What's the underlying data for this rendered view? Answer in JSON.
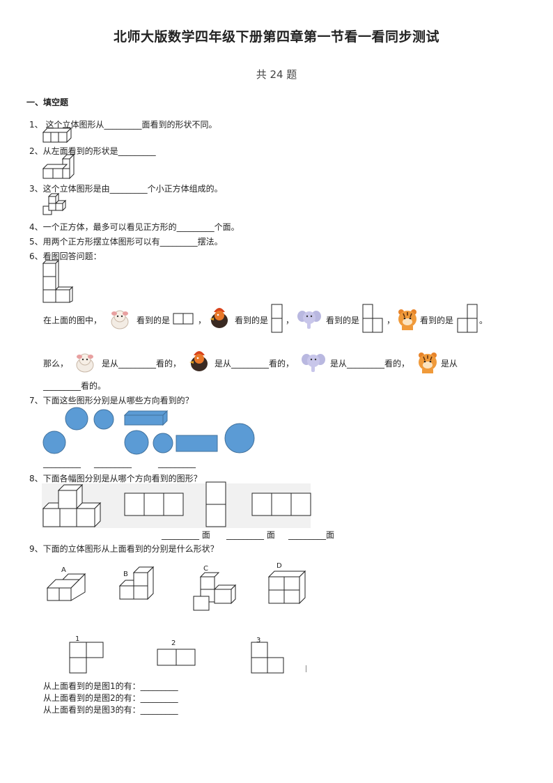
{
  "title": "北师大版数学四年级下册第四章第一节看一看同步测试",
  "subtitle": "共 24 题",
  "section": "一、填空题",
  "questions": {
    "q1": "1、  这个立体图形从_________面看到的形状不同。",
    "q2": "2、从左面看到的形状是_________",
    "q3": "3、这个立体图形是由_________个小正方体组成的。",
    "q4": "4、一个正方体，最多可以看见正方形的_________个面。",
    "q5": "5、用两个正方形摆立体图形可以有_________摆法。",
    "q6": "6、看图回答问题：",
    "q7": "7、下面这些图形分别是从哪些方向看到的？",
    "q8": "8、下面各幅图分别是从哪个方向看到的图形？",
    "q9": "9、下面的立体图形从上面看到的分别是什么形状？"
  },
  "q6": {
    "line1_prefix": "在上面的图中，",
    "seen": "看到的是",
    "comma": "，",
    "period": "。",
    "line2_prefix": "那么，",
    "from": "是从_________看的，",
    "from_last": "是从",
    "line3": "_________看的。",
    "animals": [
      "sheep-icon",
      "rooster-icon",
      "elephant-icon",
      "tiger-icon"
    ]
  },
  "q7": {
    "blanks": [
      "_________",
      "_________",
      "_________"
    ]
  },
  "q8": {
    "blank1": "_________  面",
    "blank2": "_________  面",
    "blank3": "_________面"
  },
  "q9": {
    "labels": [
      "A",
      "B",
      "C",
      "D"
    ],
    "figure_numbers": [
      "1",
      "2",
      "3"
    ],
    "answer1": "从上面看到的是图1的有：_________",
    "answer2": "从上面看到的是图2的有：_________",
    "answer3": "从上面看到的是图3的有：_________"
  },
  "colors": {
    "shape_fill": "#5b9bd5",
    "shape_stroke": "#41719c"
  }
}
